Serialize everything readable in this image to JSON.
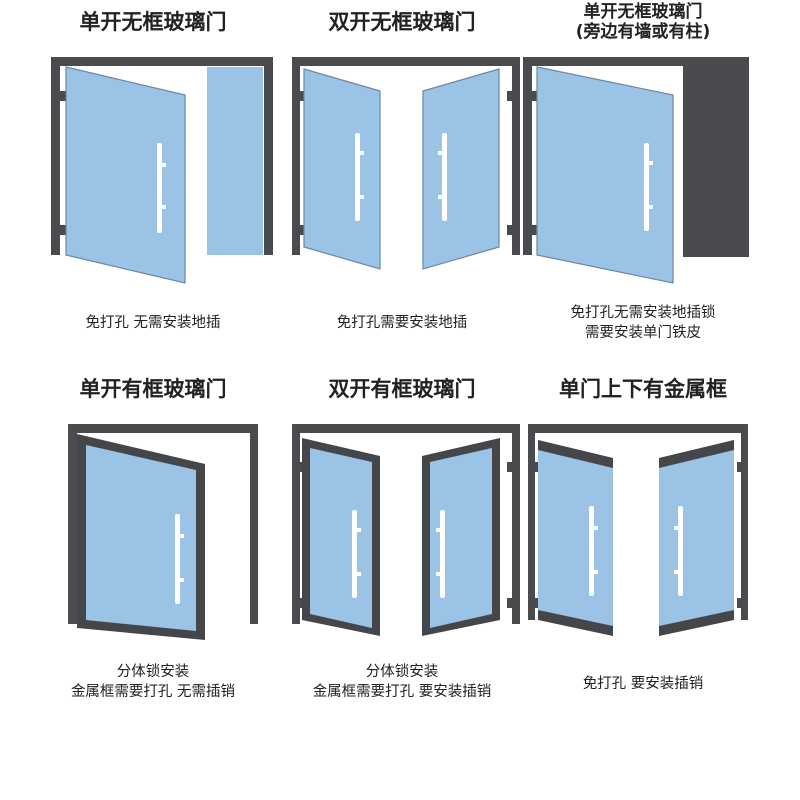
{
  "colors": {
    "frame": "#4a4b4f",
    "glass": "#9bc3e6",
    "handle": "#ffffff"
  },
  "items": [
    {
      "title": "单开无框玻璃门",
      "subtitle": "",
      "caption": [
        "免打孔 无需安装地插"
      ]
    },
    {
      "title": "双开无框玻璃门",
      "subtitle": "",
      "caption": [
        "免打孔需要安装地插"
      ]
    },
    {
      "title": "单开无框玻璃门",
      "subtitle": "(旁边有墙或有柱)",
      "caption": [
        "免打孔无需安装地插锁",
        "需要安装单门铁皮"
      ]
    },
    {
      "title": "单开有框玻璃门",
      "subtitle": "",
      "caption": [
        "分体锁安装",
        "金属框需要打孔 无需插销"
      ]
    },
    {
      "title": "双开有框玻璃门",
      "subtitle": "",
      "caption": [
        "分体锁安装",
        "金属框需要打孔 要安装插销"
      ]
    },
    {
      "title": "单门上下有金属框",
      "subtitle": "",
      "caption": [
        "免打孔 要安装插销"
      ]
    }
  ]
}
